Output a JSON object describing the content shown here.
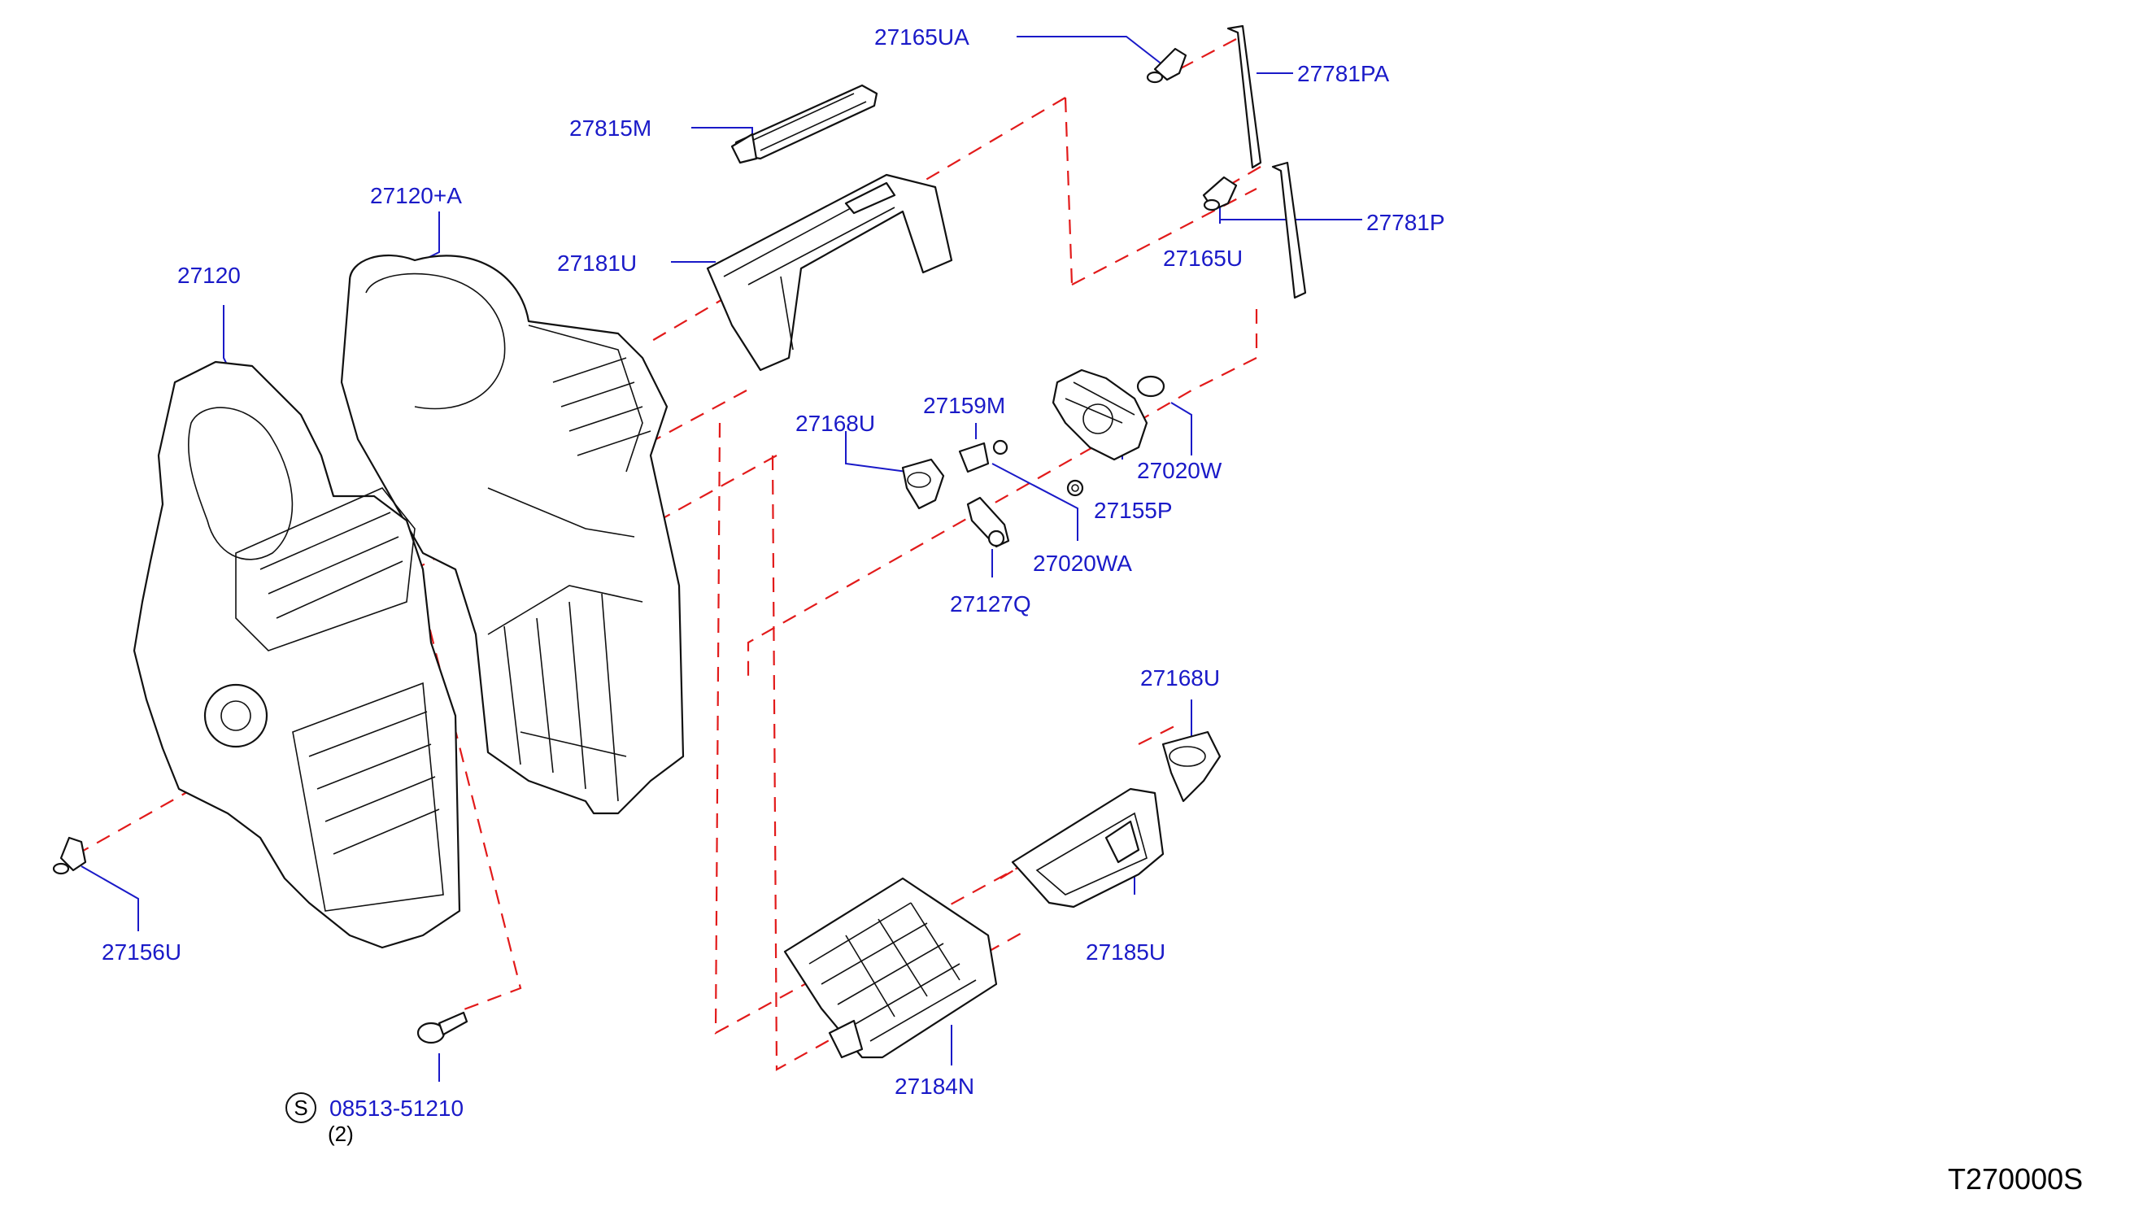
{
  "diagram": {
    "labels": {
      "p27165UA": "27165UA",
      "p27781PA": "27781PA",
      "p27815M": "27815M",
      "p27120A": "27120+A",
      "p27181U": "27181U",
      "p27165U": "27165U",
      "p27781P": "27781P",
      "p27120": "27120",
      "p27168U_top": "27168U",
      "p27159M": "27159M",
      "p27020W": "27020W",
      "p27155P": "27155P",
      "p27020WA": "27020WA",
      "p27127Q": "27127Q",
      "p27168U_bottom": "27168U",
      "p27156U": "27156U",
      "p27185U": "27185U",
      "p27184N": "27184N",
      "screw_part": "08513-51210",
      "screw_qty": "(2)",
      "screw_symbol": "S"
    },
    "drawing_code": "T270000S"
  }
}
